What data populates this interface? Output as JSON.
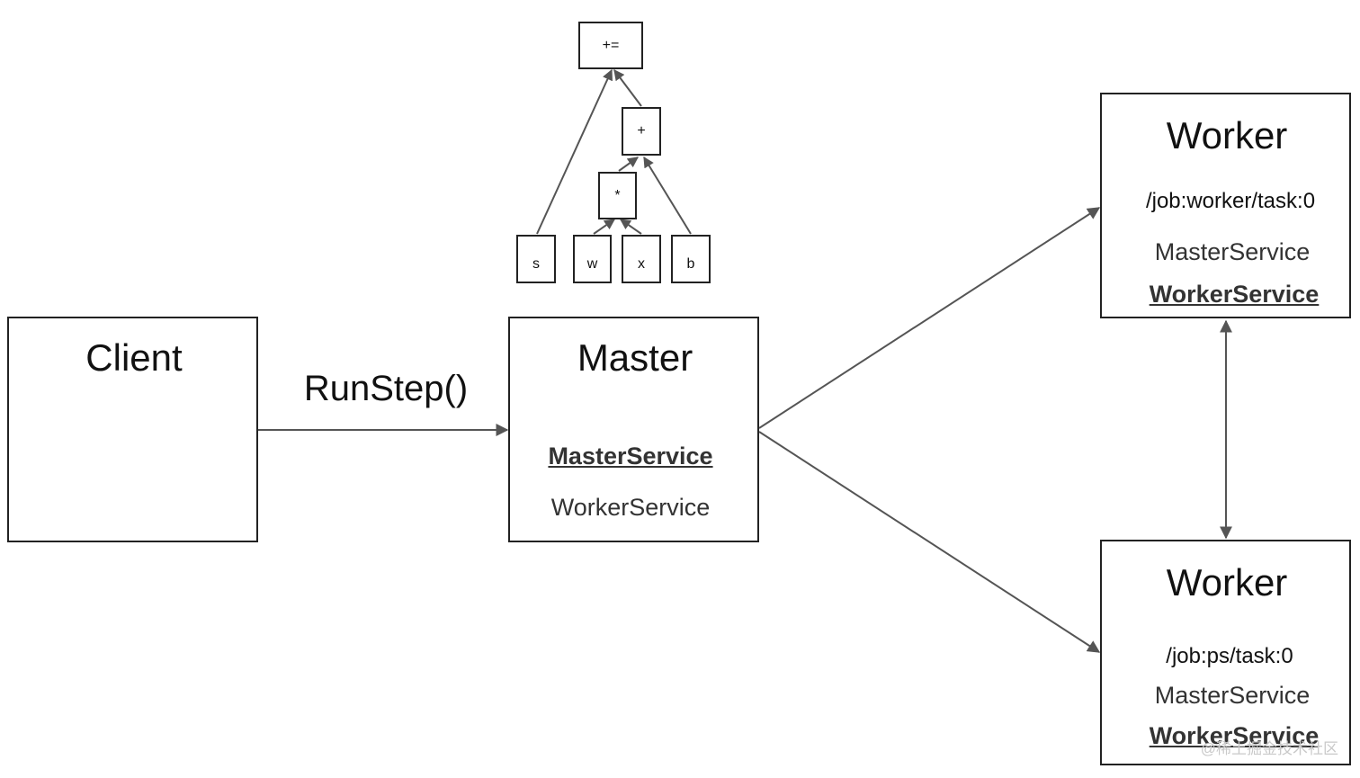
{
  "graph": {
    "nodes": {
      "assign_add": "+=",
      "add": "+",
      "mul": "*",
      "s": "s",
      "w": "w",
      "x": "x",
      "b": "b"
    }
  },
  "client": {
    "title": "Client"
  },
  "call": {
    "label": "RunStep()"
  },
  "master": {
    "title": "Master",
    "services": [
      "MasterService",
      "WorkerService"
    ]
  },
  "workers": [
    {
      "title": "Worker",
      "job": "/job:worker/task:0",
      "services": [
        "MasterService",
        "WorkerService"
      ]
    },
    {
      "title": "Worker",
      "job": "/job:ps/task:0",
      "services": [
        "MasterService",
        "WorkerService"
      ]
    }
  ],
  "colors": {
    "border": "#222222",
    "arrow": "#555555",
    "service_text": "#333333",
    "watermark": "#c9c9c9"
  },
  "watermark": "@稀土掘金技术社区"
}
